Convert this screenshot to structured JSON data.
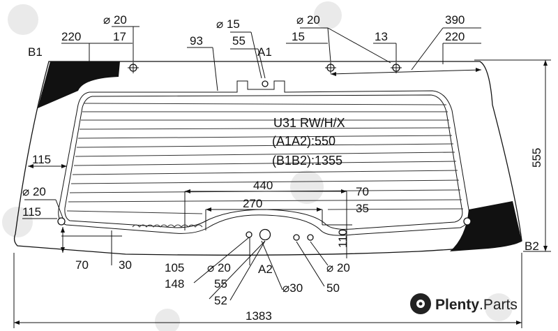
{
  "brand": {
    "name": "Plenty.Parts",
    "logo_part1": "Plenty",
    "logo_part2": ".Parts"
  },
  "center_text": {
    "model": "U31 RW/H/X",
    "a1a2": "(A1A2):550",
    "b1b2": "(B1B2):1355"
  },
  "points": {
    "A1": "A1",
    "A2": "A2",
    "B1": "B1",
    "B2": "B2"
  },
  "dims": {
    "top_left_diam": "⌀ 20",
    "top_left_17": "17",
    "top_left_220": "220",
    "top_93": "93",
    "top_diam15": "⌀ 15",
    "top_55": "55",
    "top_right_diam": "⌀ 20",
    "top_right_15": "15",
    "top_right_13": "13",
    "top_right_390": "390",
    "top_right_220": "220",
    "left_115_a": "115",
    "left_diam20": "⌀ 20",
    "left_115_b": "115",
    "right_555": "555",
    "mid_440": "440",
    "mid_70": "70",
    "mid_270": "270",
    "mid_35": "35",
    "mid_110": "110",
    "bot_70": "70",
    "bot_30": "30",
    "bot_105": "105",
    "bot_148": "148",
    "bot_diam20_l": "⌀ 20",
    "bot_55": "55",
    "bot_52": "52",
    "bot_diam30": "⌀30",
    "bot_50": "50",
    "bot_diam20_r": "⌀ 20",
    "bot_1383": "1383"
  }
}
